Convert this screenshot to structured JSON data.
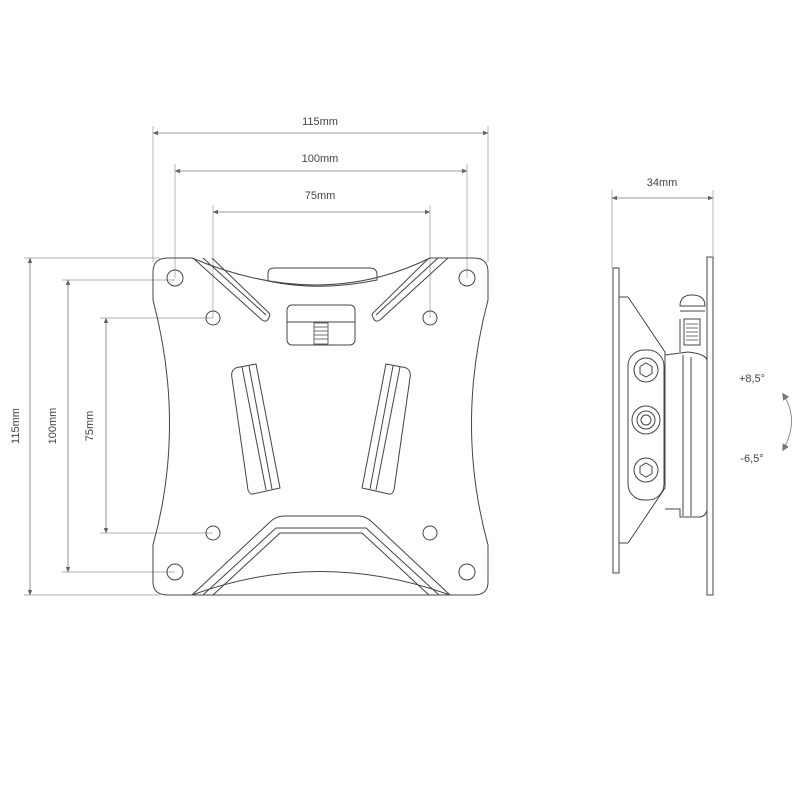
{
  "front_view": {
    "dims": {
      "width_outer": "115mm",
      "width_mid": "100mm",
      "width_inner": "75mm",
      "height_outer": "115mm",
      "height_mid": "100mm",
      "height_inner": "75mm"
    }
  },
  "side_view": {
    "depth": "34mm",
    "tilt_up": "+8,5°",
    "tilt_down": "-6,5°"
  },
  "colors": {
    "line": "#444444",
    "dimension": "#777777"
  }
}
